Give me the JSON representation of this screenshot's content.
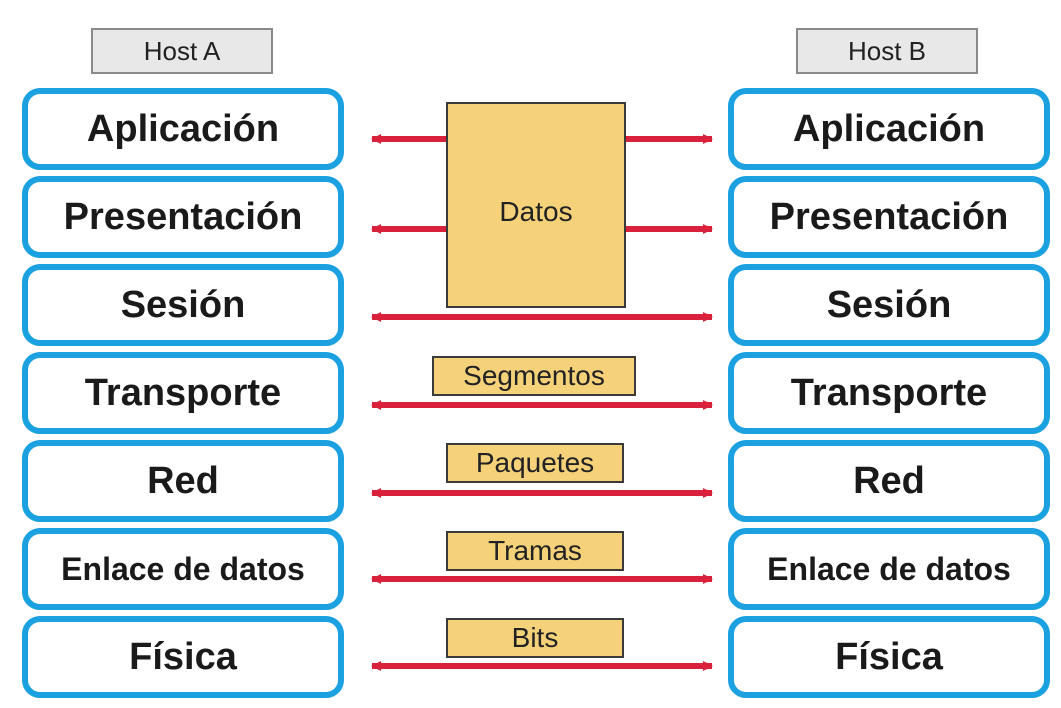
{
  "hosts": {
    "a": "Host A",
    "b": "Host B"
  },
  "layers": [
    {
      "id": "aplicacion",
      "label": "Aplicación"
    },
    {
      "id": "presentacion",
      "label": "Presentación"
    },
    {
      "id": "sesion",
      "label": "Sesión"
    },
    {
      "id": "transporte",
      "label": "Transporte"
    },
    {
      "id": "red",
      "label": "Red"
    },
    {
      "id": "enlace-de-datos",
      "label": "Enlace de datos"
    },
    {
      "id": "fisica",
      "label": "Física"
    }
  ],
  "pdus": {
    "datos": "Datos",
    "segmentos": "Segmentos",
    "paquetes": "Paquetes",
    "tramas": "Tramas",
    "bits": "Bits"
  },
  "colors": {
    "layer_border": "#1ba0e0",
    "pdu_fill": "#f5d27a",
    "arrow": "#d9213b"
  }
}
